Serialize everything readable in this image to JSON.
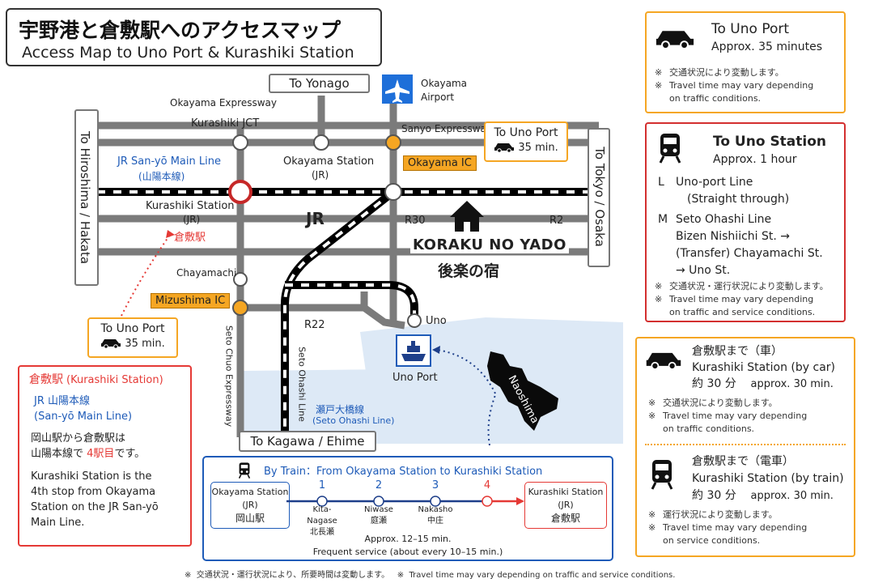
{
  "title": {
    "jp": "宇野港と倉敷駅へのアクセスマップ",
    "en": "Access Map to Uno Port & Kurashiki Station"
  },
  "map": {
    "to_yonago": "To Yonago",
    "to_hiroshima": "To Hiroshima / Hakata",
    "to_tokyo": "To Tokyo / Osaka",
    "to_kagawa": "To Kagawa / Ehime",
    "okayama_expressway": "Okayama Expressway",
    "kurashiki_jct": "Kurashiki JCT",
    "sanyo_expressway": "Sanyo Expressway",
    "airport_1": "Okayama",
    "airport_2": "Airport",
    "san_yo_line_en": "JR San-yō Main Line",
    "san_yo_line_jp": "(山陽本線)",
    "okayama_station_1": "Okayama Station",
    "okayama_station_2": "(JR)",
    "okayama_ic": "Okayama IC",
    "kurashiki_station_1": "Kurashiki Station",
    "kurashiki_station_2": "(JR)",
    "kurashiki_station_jp": "倉敷駅",
    "jr": "JR",
    "r30": "R30",
    "r2": "R2",
    "r22": "R22",
    "hotel_en": "KORAKU NO YADO",
    "hotel_jp": "後楽の宿",
    "chayamachi": "Chayamachi",
    "mizushima_ic": "Mizushima IC",
    "uno": "Uno",
    "uno_port": "Uno Port",
    "naoshima": "Naoshima",
    "seto_chuo": "Seto Chuo Expressway",
    "seto_ohashi": "Seto Ohashi Line",
    "seto_ohashi_jp": "瀬戸大橋線",
    "seto_ohashi_en": "(Seto Ohashi Line)",
    "callout_top_title": "To Uno Port",
    "callout_top_time": "35 min.",
    "callout_left_title": "To Uno Port",
    "callout_left_time": "35 min."
  },
  "panel_uno_port": {
    "title": "To Uno Port",
    "time": "Approx. 35 minutes",
    "note_jp": "交通状況により変動します。",
    "note_en_1": "Travel time may vary depending",
    "note_en_2": "on traffic conditions."
  },
  "panel_uno_station": {
    "title": "To Uno Station",
    "time": "Approx. 1 hour",
    "l_mark": "L",
    "l_line": "Uno-port Line",
    "l_sub": "(Straight through)",
    "m_mark": "M",
    "m_line": "Seto Ohashi Line",
    "m_1": "Bizen Nishiichi St. →",
    "m_2": "(Transfer) Chayamachi St.",
    "m_3": "→ Uno St.",
    "note_jp": "交通状況・運行状況により変動します。",
    "note_en_1": "Travel time may vary depending",
    "note_en_2": "on traffic and service conditions."
  },
  "panel_kurashiki": {
    "car_jp": "倉敷駅まで（車）",
    "car_en": "Kurashiki Station (by car)",
    "car_time_jp": "約 30 分",
    "car_time_en": "approx. 30 min.",
    "car_note_jp": "交通状況により変動します。",
    "car_note_en_1": "Travel time may vary depending",
    "car_note_en_2": "on traffic conditions.",
    "train_jp": "倉敷駅まで（電車）",
    "train_en": "Kurashiki Station (by train)",
    "train_time_jp": "約 30 分",
    "train_time_en": "approx. 30 min.",
    "train_note_jp": "運行状況により変動します。",
    "train_note_en_1": "Travel time may vary depending",
    "train_note_en_2": "on service conditions."
  },
  "panel_station_info": {
    "title_jp": "倉敷駅",
    "title_en": "(Kurashiki Station)",
    "line_jp": "JR 山陽本線",
    "line_en": "(San-yō Main Line)",
    "desc_jp_1": "岡山駅から倉敷駅は",
    "desc_jp_2a": "山陽本線で",
    "desc_jp_2b": "4駅目",
    "desc_jp_2c": "です。",
    "desc_en_1": "Kurashiki Station is the",
    "desc_en_2": "4th stop from Okayama",
    "desc_en_3": "Station on the JR San-yō",
    "desc_en_4": "Main Line."
  },
  "train_route": {
    "title": "By Train：From Okayama Station to Kurashiki Station",
    "from_1": "Okayama Station",
    "from_2": "(JR)",
    "from_3": "岡山駅",
    "to_1": "Kurashiki Station",
    "to_2": "(JR)",
    "to_3": "倉敷駅",
    "stops": [
      {
        "num": "1",
        "en": "Kita-Nagase",
        "jp": "北長瀬"
      },
      {
        "num": "2",
        "en": "Niwase",
        "jp": "庭瀬"
      },
      {
        "num": "3",
        "en": "Nakasho",
        "jp": "中庄"
      },
      {
        "num": "4",
        "en": "",
        "jp": ""
      }
    ],
    "approx": "Approx. 12–15 min.",
    "frequency": "Frequent service (about every 10–15 min.)"
  },
  "footer": {
    "jp": "交通状況・運行状況により、所要時間は変動します。",
    "en": "Travel time may vary depending on traffic and service conditions."
  },
  "colors": {
    "orange": "#f5a623",
    "red": "#e53935",
    "blue": "#1e5bb8",
    "road": "#7d7d7d",
    "sea": "#dde9f6"
  },
  "icons": [
    "car-icon",
    "train-icon",
    "airplane-icon",
    "ship-icon",
    "house-icon"
  ]
}
